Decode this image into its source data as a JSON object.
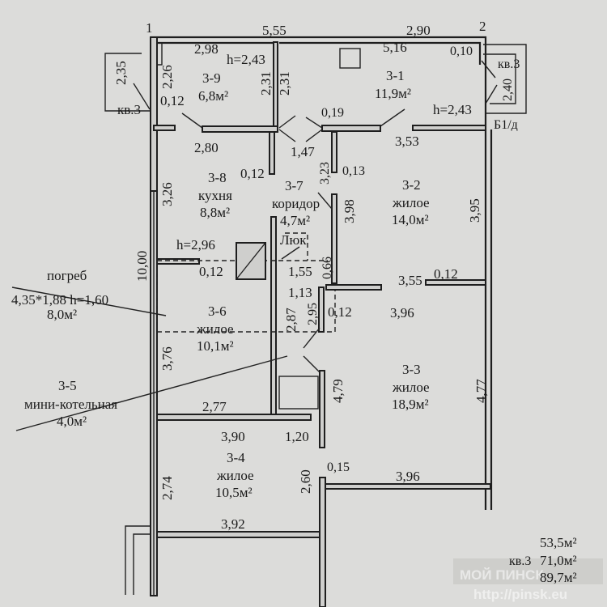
{
  "title": "План квартиры кв.3",
  "axes": {
    "corner_1": "1",
    "corner_2": "2"
  },
  "rooms": [
    {
      "id": "3-1",
      "name": "",
      "area": "11,9м²"
    },
    {
      "id": "3-2",
      "name": "жилое",
      "area": "14,0м²"
    },
    {
      "id": "3-3",
      "name": "жилое",
      "area": "18,9м²"
    },
    {
      "id": "3-4",
      "name": "жилое",
      "area": "10,5м²"
    },
    {
      "id": "3-5",
      "name": "мини-котельная",
      "area": "4,0м²"
    },
    {
      "id": "3-6",
      "name": "жилое",
      "area": "10,1м²"
    },
    {
      "id": "3-7",
      "name": "коридор",
      "area": "4,7м²"
    },
    {
      "id": "3-8",
      "name": "кухня",
      "area": "8,8м²"
    },
    {
      "id": "3-9",
      "name": "",
      "area": "6,8м²"
    }
  ],
  "cellar": {
    "name": "погреб",
    "dims": "4,35*1,88  h=1,60",
    "area": "8,0м²"
  },
  "hatch": "Люк",
  "heights": [
    "h=2,43",
    "h=2,43",
    "h=2,96"
  ],
  "notes": {
    "kv_left": "кв.3",
    "kv_right": "кв.3",
    "b1d": "Б1/д"
  },
  "dims": [
    "5,55",
    "2,90",
    "2,98",
    "5,16",
    "0,10",
    "2,40",
    "2,35",
    "2,26",
    "2,31",
    "2,31",
    "0,12",
    "2,80",
    "1,47",
    "0,19",
    "3,53",
    "0,12",
    "3,23",
    "0,13",
    "3,26",
    "3,98",
    "3,95",
    "0,12",
    "1,55",
    "0,66",
    "1,13",
    "2,87",
    "2,95",
    "0,12",
    "3,55",
    "0,12",
    "3,96",
    "10,00",
    "3,76",
    "4,79",
    "4,77",
    "2,77",
    "3,90",
    "1,20",
    "2,74",
    "2,60",
    "0,15",
    "3,96",
    "3,92"
  ],
  "totals": {
    "label": "кв.3",
    "values": [
      "53,5м²",
      "71,0м²",
      "89,7м²"
    ]
  },
  "watermark": {
    "brand": "МОЙ ПИНСК",
    "url": "http://pinsk.eu"
  }
}
